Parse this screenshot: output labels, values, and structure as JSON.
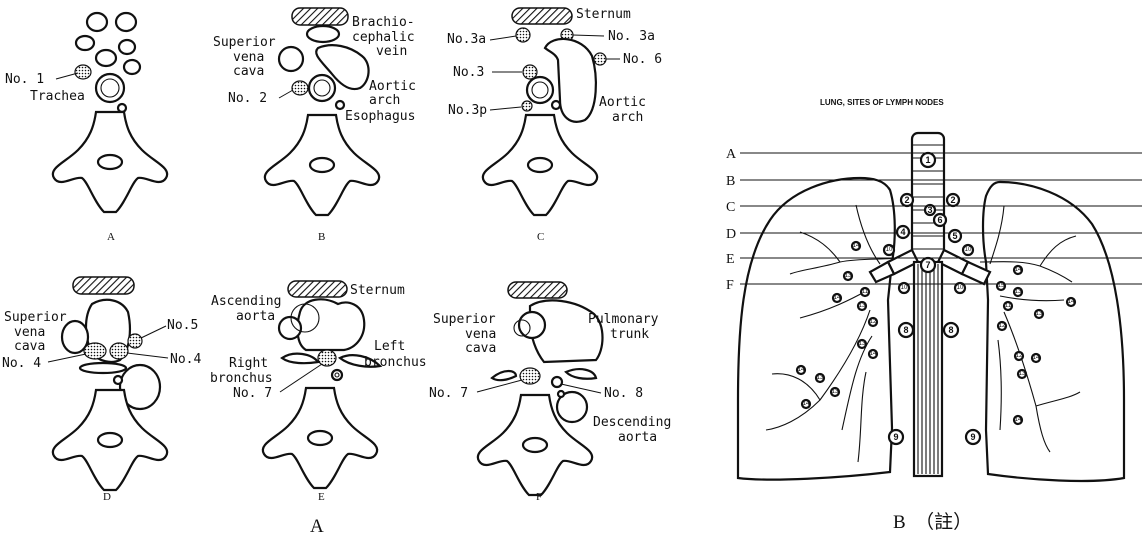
{
  "panel_A": {
    "caption": "A",
    "sub_a": {
      "caption": "A",
      "labels": {
        "node1": "No. 1",
        "trachea": "Trachea"
      }
    },
    "sub_b": {
      "caption": "B",
      "labels": {
        "svc": [
          "Superior",
          "vena",
          "cava"
        ],
        "brachio": [
          "Brachio-",
          "cephalic",
          "vein"
        ],
        "node2": "No. 2",
        "aortic_arch": [
          "Aortic",
          "arch"
        ],
        "esophagus": "Esophagus"
      }
    },
    "sub_c": {
      "caption": "C",
      "labels": {
        "sternum": "Sternum",
        "node3a_left": "No.3a",
        "node3a_right": "No. 3a",
        "node3": "No.3",
        "node6": "No. 6",
        "node3p": "No.3p",
        "aortic_arch": [
          "Aortic",
          "arch"
        ]
      }
    },
    "sub_d": {
      "caption": "D",
      "labels": {
        "svc": [
          "Superior",
          "vena",
          "cava"
        ],
        "node5": "No.5",
        "node4_left": "No. 4",
        "node4_right": "No.4"
      }
    },
    "sub_e": {
      "caption": "E",
      "labels": {
        "sternum": "Sternum",
        "asc_aorta": [
          "Ascending",
          "aorta"
        ],
        "right_bronchus": [
          "Right",
          "bronchus"
        ],
        "left_bronchus": [
          "Left",
          "bronchus"
        ],
        "node7": "No. 7"
      }
    },
    "sub_f": {
      "caption": "F",
      "labels": {
        "svc": [
          "Superior",
          "vena",
          "cava"
        ],
        "pulm_trunk": [
          "Pulmonary",
          "trunk"
        ],
        "node7": "No. 7",
        "node8": "No. 8",
        "desc_aorta": [
          "Descending",
          "aorta"
        ]
      }
    }
  },
  "panel_B": {
    "caption": "B　（註）",
    "title": "LUNG, SITES OF LYMPH NODES",
    "levels": [
      "A",
      "B",
      "C",
      "D",
      "E",
      "F"
    ]
  }
}
